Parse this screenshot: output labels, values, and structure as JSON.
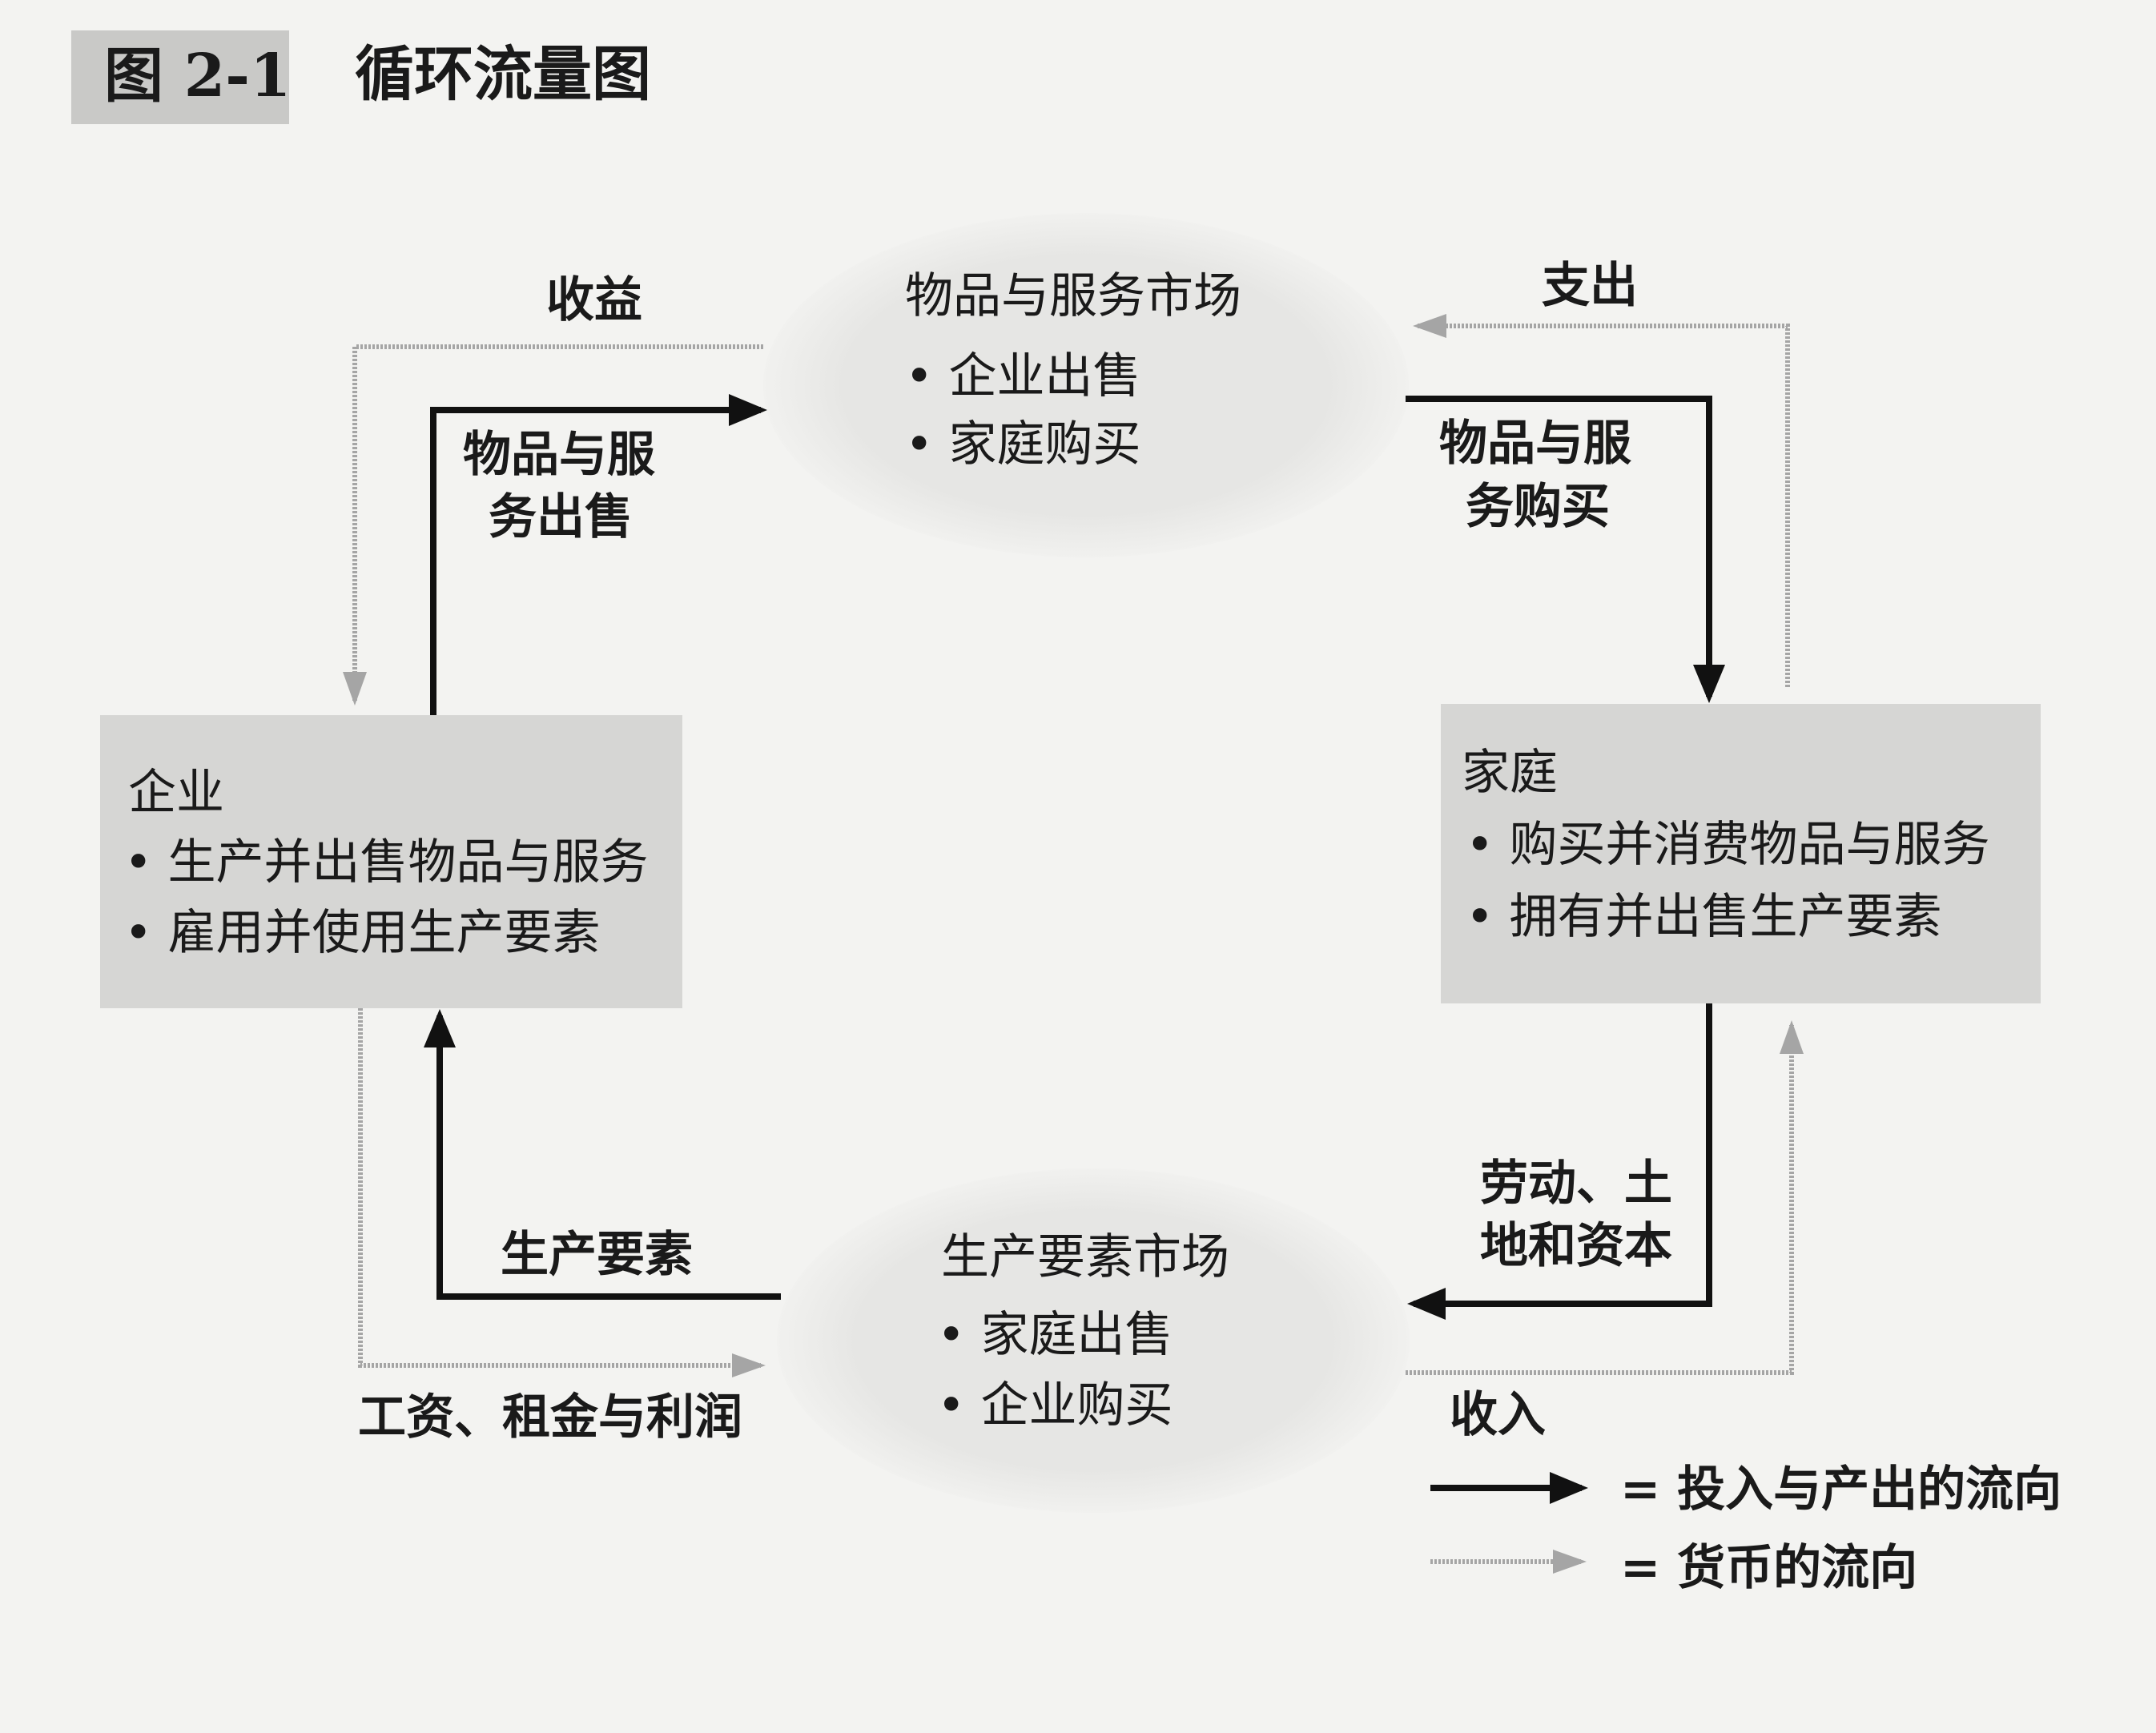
{
  "figure": {
    "number": "图 2-1",
    "title": "循环流量图"
  },
  "goods_market": {
    "title": "物品与服务市场",
    "items": [
      "• 企业出售",
      "• 家庭购买"
    ]
  },
  "factor_market": {
    "title": "生产要素市场",
    "items": [
      "• 家庭出售",
      "• 企业购买"
    ]
  },
  "firms": {
    "title": "企业",
    "items": [
      "• 生产并出售物品与服务",
      "• 雇用并使用生产要素"
    ]
  },
  "households": {
    "title": "家庭",
    "items": [
      "• 购买并消费物品与服务",
      "• 拥有并出售生产要素"
    ]
  },
  "flows": {
    "revenue": "收益",
    "spending": "支出",
    "goods_sold": [
      "物品与服",
      "务出售"
    ],
    "goods_bought": [
      "物品与服",
      "务购买"
    ],
    "factors": "生产要素",
    "labor_land_capital": [
      "劳动、土",
      "地和资本"
    ],
    "wages": "工资、租金与利润",
    "income": "收入"
  },
  "legend": {
    "real_flow": "= 投入与产出的流向",
    "money_flow": "= 货币的流向"
  },
  "colors": {
    "real": "#111111",
    "money": "#9a9a9a",
    "box": "#d6d6d4",
    "ellipse": "#e8e8e6"
  }
}
